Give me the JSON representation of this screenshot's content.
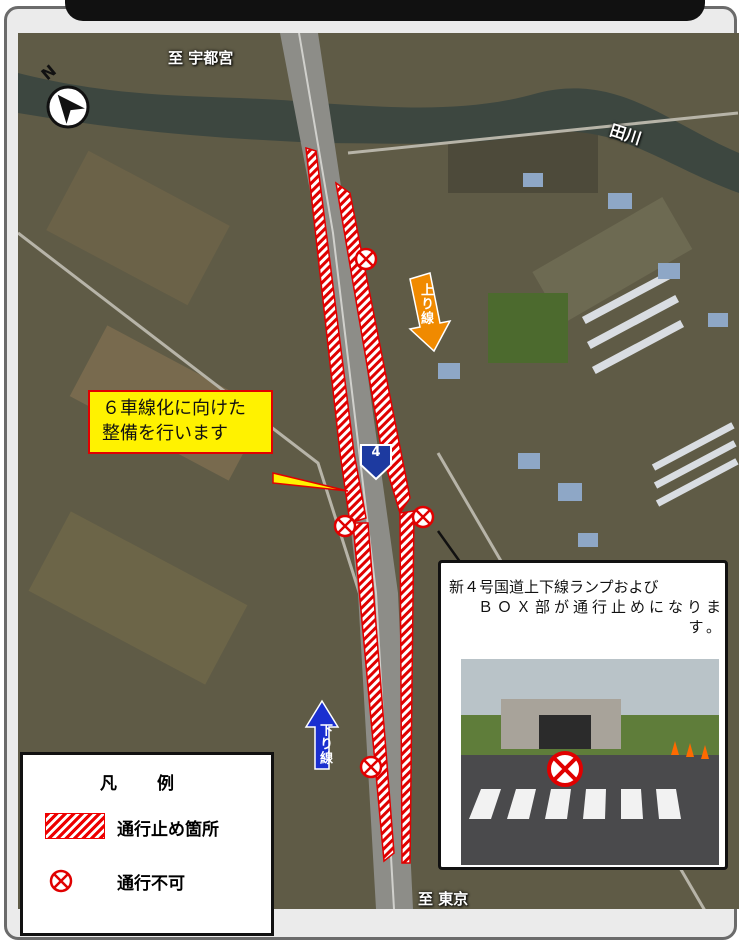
{
  "map": {
    "dest_north": "至 宇都宮",
    "dest_south": "至 東京",
    "river_name": "田川",
    "compass_letter": "N",
    "route_shield": "4",
    "up_line_label": "上り線",
    "down_line_label": "下り線"
  },
  "callout_yellow": {
    "line1": "６車線化に向けた",
    "line2": "整備を行います"
  },
  "callout_photo": {
    "line1": "新４号国道上下線ランプおよび",
    "line2": "ＢＯＸ部が通行止めになります。"
  },
  "legend": {
    "title": "凡例",
    "items": [
      {
        "symbol": "hatch",
        "label": "通行止め箇所"
      },
      {
        "symbol": "no-entry-icon",
        "label": "通行不可"
      }
    ]
  },
  "colors": {
    "closure_red": "#e00000",
    "callout_yellow": "#fff200",
    "up_arrow_orange": "#f08a00",
    "down_arrow_blue": "#1a2fd0"
  }
}
